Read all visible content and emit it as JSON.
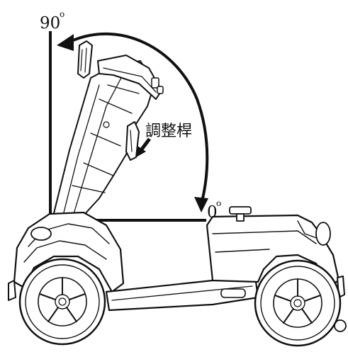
{
  "diagram": {
    "angle_top": "90",
    "angle_bottom": "0",
    "part_label": "調整桿",
    "degree_mark": "o"
  }
}
